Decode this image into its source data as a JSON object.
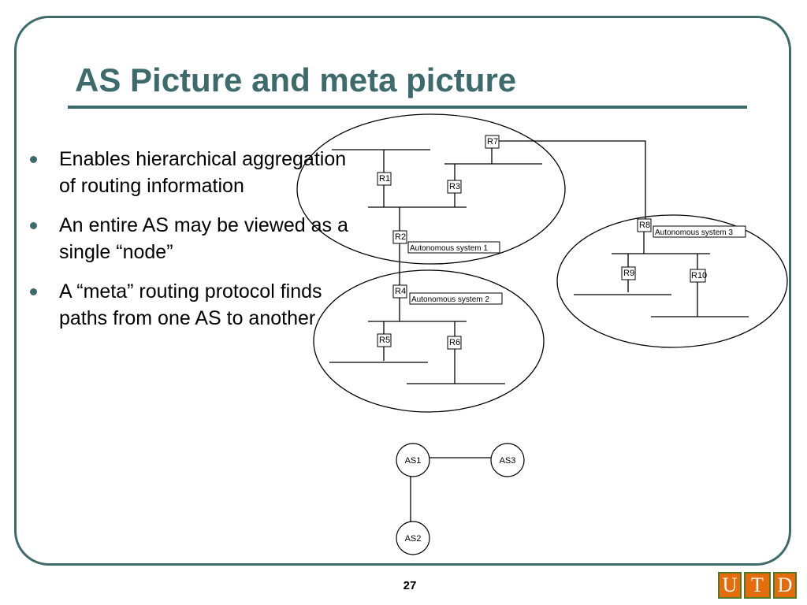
{
  "slide": {
    "title": "AS Picture and meta picture",
    "bullets": [
      "Enables hierarchical aggregation of routing information",
      "An entire AS may be viewed as a single “node”",
      "A “meta” routing protocol finds paths from one AS to another"
    ],
    "page_number": "27"
  },
  "diagram": {
    "routers": [
      "R1",
      "R2",
      "R3",
      "R4",
      "R5",
      "R6",
      "R7",
      "R8",
      "R9",
      "R10"
    ],
    "as_labels": {
      "as1": "Autonomous system 1",
      "as2": "Autonomous system 2",
      "as3": "Autonomous system 3"
    },
    "meta_nodes": [
      "AS1",
      "AS2",
      "AS3"
    ]
  },
  "logo": {
    "letters": [
      "U",
      "T",
      "D"
    ]
  },
  "colors": {
    "accent": "#3d6b6b",
    "logo_fill": "#e46c0a",
    "logo_border": "#4f7a28"
  }
}
